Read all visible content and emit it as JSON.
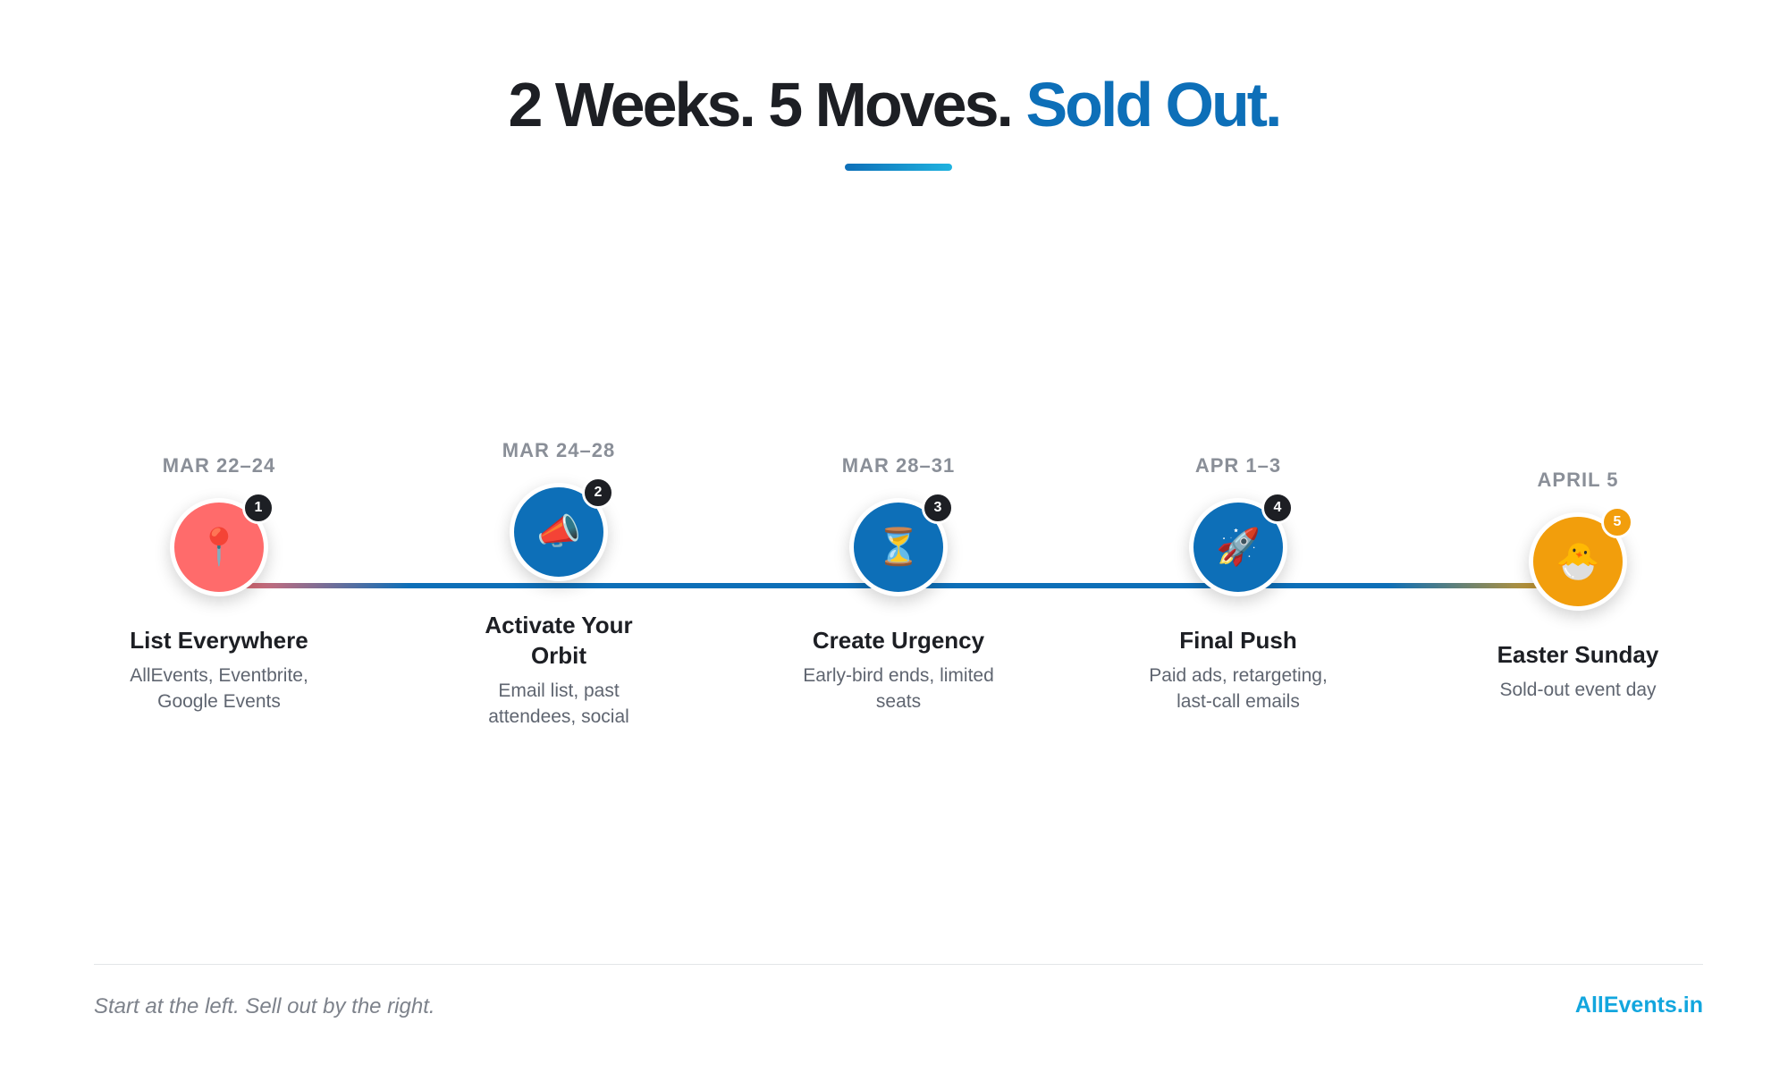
{
  "header": {
    "title_part1": "2 Weeks. 5 Moves.",
    "title_part2": "Sold Out."
  },
  "steps": [
    {
      "date": "MAR 22–24",
      "number": "1",
      "icon": "pushpin-icon",
      "emoji": "📍",
      "color": "#ff6b6b",
      "title": "List Everywhere",
      "description": "AllEvents, Eventbrite, Google Events"
    },
    {
      "date": "MAR 24–28",
      "number": "2",
      "icon": "megaphone-icon",
      "emoji": "📣",
      "color": "#0d6fb8",
      "title": "Activate Your Orbit",
      "description": "Email list, past attendees, social"
    },
    {
      "date": "MAR 28–31",
      "number": "3",
      "icon": "hourglass-icon",
      "emoji": "⏳",
      "color": "#0d6fb8",
      "title": "Create Urgency",
      "description": "Early-bird ends, limited seats"
    },
    {
      "date": "APR 1–3",
      "number": "4",
      "icon": "rocket-icon",
      "emoji": "🚀",
      "color": "#0d6fb8",
      "title": "Final Push",
      "description": "Paid ads, retargeting, last-call emails"
    },
    {
      "date": "APRIL 5",
      "number": "5",
      "icon": "hatching-chick-icon",
      "emoji": "🐣",
      "color": "#f29e0c",
      "title": "Easter Sunday",
      "description": "Sold-out event day"
    }
  ],
  "footer": {
    "note": "Start at the left. Sell out by the right.",
    "brand": "AllEvents.in"
  },
  "colors": {
    "accent": "#0d6fb8",
    "step1": "#ff6b6b",
    "final": "#f29e0c",
    "final_badge": "#f29e0c",
    "dark": "#1d1f24"
  }
}
